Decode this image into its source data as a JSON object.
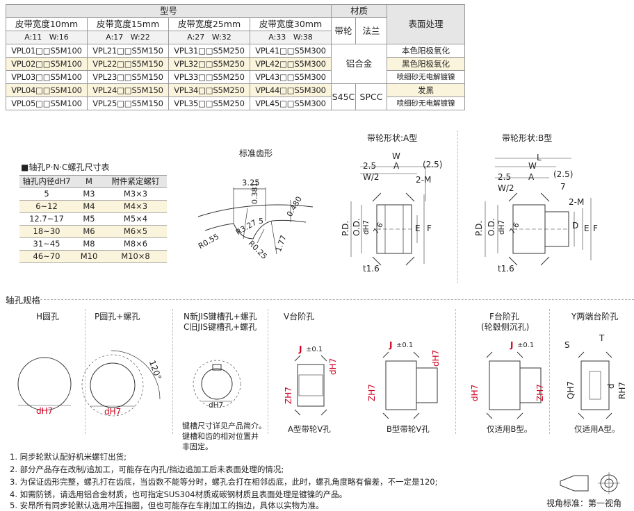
{
  "spec_table": {
    "header_model": "型号",
    "header_material": "材质",
    "header_surface": "表面处理",
    "widths": [
      {
        "label": "皮带宽度10mm",
        "a": "A:11",
        "w": "W:16"
      },
      {
        "label": "皮带宽度15mm",
        "a": "A:17",
        "w": "W:22"
      },
      {
        "label": "皮带宽度25mm",
        "a": "A:27",
        "w": "W:32"
      },
      {
        "label": "皮带宽度30mm",
        "a": "A:33",
        "w": "W:38"
      }
    ],
    "mat_pulley": "带轮",
    "mat_flange": "法兰",
    "rows": [
      {
        "models": [
          "VPL01□□S5M100",
          "VPL21□□S5M150",
          "VPL31□□S5M250",
          "VPL41□□S5M300"
        ]
      },
      {
        "models": [
          "VPL02□□S5M100",
          "VPL22□□S5M150",
          "VPL32□□S5M250",
          "VPL42□□S5M300"
        ]
      },
      {
        "models": [
          "VPL03□□S5M100",
          "VPL23□□S5M150",
          "VPL33□□S5M250",
          "VPL43□□S5M300"
        ]
      },
      {
        "models": [
          "VPL04□□S5M100",
          "VPL24□□S5M150",
          "VPL34□□S5M250",
          "VPL44□□S5M300"
        ]
      },
      {
        "models": [
          "VPL05□□S5M100",
          "VPL25□□S5M150",
          "VPL35□□S5M250",
          "VPL45□□S5M300"
        ]
      }
    ],
    "material_al": "铝合金",
    "material_s45c": "S45C",
    "material_spcc": "SPCC",
    "surfaces": [
      "本色阳极氧化",
      "黑色阳极氧化",
      "喷细砂无电解镀镍",
      "发黑",
      "喷细砂无电解镀镍"
    ]
  },
  "hole_table": {
    "title": "■轴孔P·N·C螺孔尺寸表",
    "headers": [
      "轴孔内径dH7",
      "M",
      "附件紧定螺钉"
    ],
    "rows": [
      [
        "5",
        "M3",
        "M3×3"
      ],
      [
        "6~12",
        "M4",
        "M4×3"
      ],
      [
        "12.7~17",
        "M5",
        "M5×4"
      ],
      [
        "18~30",
        "M6",
        "M6×5"
      ],
      [
        "31~45",
        "M8",
        "M8×6"
      ],
      [
        "46~70",
        "M10",
        "M10×8"
      ]
    ]
  },
  "tooth": {
    "title": "标准齿形",
    "dims": [
      "3.25",
      "0.381",
      "0.480",
      "R0.55",
      "R3.27",
      "5",
      "R0.25",
      "1.77"
    ]
  },
  "shape_a": {
    "title": "带轮形状:A型",
    "dims": [
      "W",
      "2.5",
      "A",
      "(2.5)",
      "W/2",
      "2-M",
      "P.D.",
      "O.D.",
      "dH7",
      "7.6",
      "E",
      "F",
      "t1.6"
    ]
  },
  "shape_b": {
    "title": "带轮形状:B型",
    "dims": [
      "L",
      "W",
      "2.5",
      "A",
      "(2.5)",
      "7",
      "W/2",
      "2-M",
      "P.D.",
      "O.D.",
      "dH7",
      "7.6",
      "D",
      "E",
      "F",
      "t1.6"
    ]
  },
  "shaft": {
    "section_title": "轴孔规格",
    "types": [
      {
        "title": "H圆孔",
        "dim": "dH7"
      },
      {
        "title": "P圆孔+螺孔",
        "dim": "dH7",
        "angle": "120°"
      },
      {
        "title1": "N新JIS键槽孔+螺孔",
        "title2": "C旧JIS键槽孔+螺孔",
        "dim": "dH7",
        "note": [
          "键槽尺寸详见产品简介。",
          "键槽和齿的相对位置并",
          "非固定。"
        ]
      },
      {
        "title": "V台阶孔",
        "j": "J",
        "tol": "±0.1",
        "d": "dH7",
        "z": "ZH7",
        "caption": "A型带轮V孔"
      },
      {
        "title": "",
        "j": "J",
        "tol": "±0.1",
        "d": "dH7",
        "z": "ZH7",
        "caption": "B型带轮V孔"
      },
      {
        "title1": "F台阶孔",
        "title2": "(轮毂侧沉孔)",
        "j": "J",
        "tol": "±0.1",
        "d": "dH7",
        "z": "ZH7",
        "caption": "仅适用B型。"
      },
      {
        "title": "Y两端台阶孔",
        "s": "S",
        "t": "T",
        "q": "QH7",
        "d": "d",
        "r": "RH7",
        "caption": "仅适用A型。"
      }
    ]
  },
  "notes": [
    "1. 同步轮默认配好机米螺钉出货;",
    "2. 部分产品存在改制/追加工，可能存在内孔/挡边追加工后未表面处理的情况;",
    "3. 为保证齿形完整，螺孔打在齿底，当齿数不能等分时，螺孔会打在相邻齿底，此时，螺孔角度略有偏差，不一定是120;",
    "4. 如需防锈，请选用铝合金材质，也可指定SUS304材质或碳钢材质且表面处理是镀镍的产品。",
    "5. 安昂所有同步轮默认选用冲压挡圈，但也可能存在车削加工的挡边，具体以实物为准。"
  ],
  "view_label": "视角标准：第一视角",
  "colors": {
    "accent": "#d1001f",
    "highlight": "#fbf4dc",
    "header": "#e6e6e6",
    "line": "#333333"
  }
}
